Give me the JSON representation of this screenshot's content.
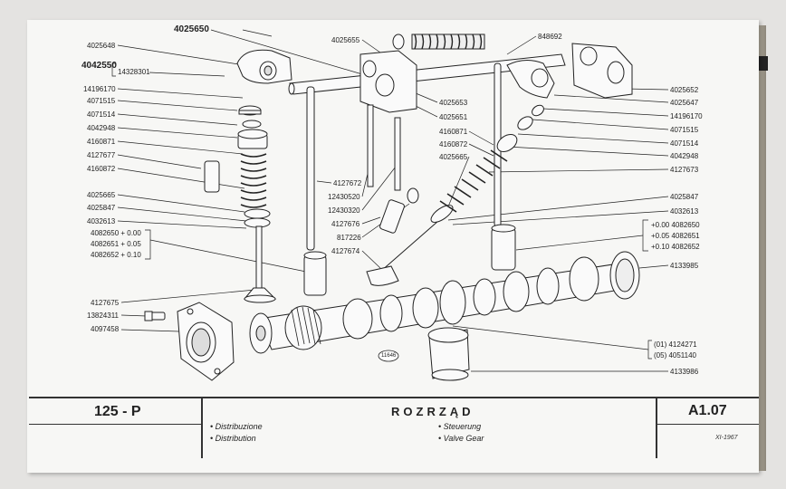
{
  "part_labels_left": [
    {
      "id": "a",
      "text": "4025648"
    },
    {
      "id": "b",
      "text": "4042550"
    },
    {
      "id": "c",
      "text": "14328301"
    },
    {
      "id": "d",
      "text": "14196170"
    },
    {
      "id": "e",
      "text": "4071515"
    },
    {
      "id": "f",
      "text": "4071514"
    },
    {
      "id": "g",
      "text": "4042948"
    },
    {
      "id": "h",
      "text": "4160871"
    },
    {
      "id": "i",
      "text": "4127677"
    },
    {
      "id": "j",
      "text": "4160872"
    },
    {
      "id": "k",
      "text": "4025665"
    },
    {
      "id": "l",
      "text": "4025847"
    },
    {
      "id": "m",
      "text": "4032613"
    },
    {
      "id": "n",
      "text": "4082650  +  0.00"
    },
    {
      "id": "o",
      "text": "4082651  +  0.05"
    },
    {
      "id": "p",
      "text": "4082652  +  0.10"
    },
    {
      "id": "q",
      "text": "4127675"
    },
    {
      "id": "r",
      "text": "13824311"
    },
    {
      "id": "s",
      "text": "4097458"
    }
  ],
  "part_labels_top": [
    {
      "id": "t1",
      "text": "4025650"
    },
    {
      "id": "t2",
      "text": "4025655"
    },
    {
      "id": "t3",
      "text": "848692"
    }
  ],
  "part_labels_middle": [
    {
      "id": "m1",
      "text": "4025653"
    },
    {
      "id": "m2",
      "text": "4025651"
    },
    {
      "id": "m3",
      "text": "4160871"
    },
    {
      "id": "m4",
      "text": "4160872"
    },
    {
      "id": "m5",
      "text": "4025665"
    },
    {
      "id": "m6",
      "text": "4127672"
    },
    {
      "id": "m7",
      "text": "12430520"
    },
    {
      "id": "m8",
      "text": "12430320"
    },
    {
      "id": "m9",
      "text": "4127676"
    },
    {
      "id": "m10",
      "text": "817226"
    },
    {
      "id": "m11",
      "text": "4127674"
    },
    {
      "id": "m12",
      "text": "11646"
    }
  ],
  "part_labels_right": [
    {
      "id": "r1",
      "text": "4025652"
    },
    {
      "id": "r2",
      "text": "4025647"
    },
    {
      "id": "r3",
      "text": "14196170"
    },
    {
      "id": "r4",
      "text": "4071515"
    },
    {
      "id": "r5",
      "text": "4071514"
    },
    {
      "id": "r6",
      "text": "4042948"
    },
    {
      "id": "r7",
      "text": "4127673"
    },
    {
      "id": "r8",
      "text": "4025847"
    },
    {
      "id": "r9",
      "text": "4032613"
    },
    {
      "id": "r10",
      "text": "+0.00  4082650"
    },
    {
      "id": "r11",
      "text": "+0.05  4082651"
    },
    {
      "id": "r12",
      "text": "+0.10  4082652"
    },
    {
      "id": "r13",
      "text": "4133985"
    },
    {
      "id": "r14",
      "text": "(01)  4124271"
    },
    {
      "id": "r15",
      "text": "(05)  4051140"
    },
    {
      "id": "r16",
      "text": "4133986"
    }
  ],
  "title_block": {
    "model": "125 - P",
    "section": "ROZRZĄD",
    "descriptions_left": [
      "• Distribuzione",
      "• Distribution"
    ],
    "descriptions_right": [
      "• Steuerung",
      "• Valve Gear"
    ],
    "code": "A1.07",
    "date": "XI-1967"
  }
}
